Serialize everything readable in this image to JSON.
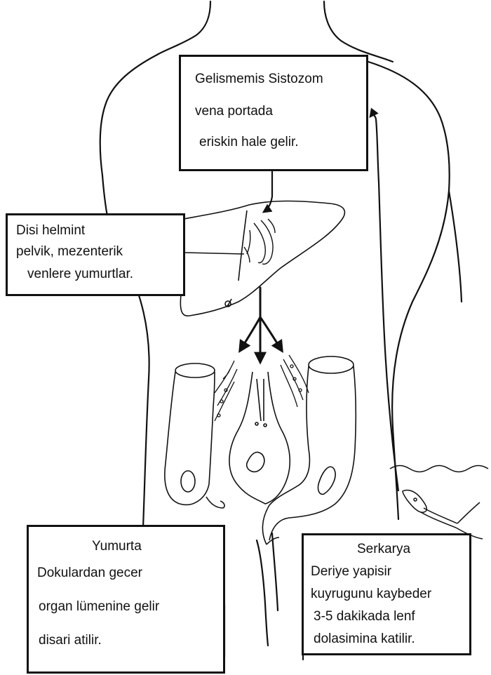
{
  "boxes": {
    "adult_schistosome": {
      "lines": [
        "Gelismemis Sistozom",
        "vena portada",
        "eriskin hale gelir."
      ]
    },
    "female_helminth": {
      "lines": [
        "Disi helmint",
        "pelvik, mezenterik",
        "venlere yumurtlar."
      ]
    },
    "egg": {
      "title": "Yumurta",
      "lines": [
        "Dokulardan gecer",
        "organ lümenine gelir",
        "disari atilir."
      ]
    },
    "cercaria": {
      "title": "Serkarya",
      "lines": [
        "Deriye yapisir",
        "kuyrugunu kaybeder",
        "3-5 dakikada lenf",
        "dolasimina katilir."
      ]
    }
  },
  "colors": {
    "ink": "#111111",
    "background": "#ffffff"
  }
}
